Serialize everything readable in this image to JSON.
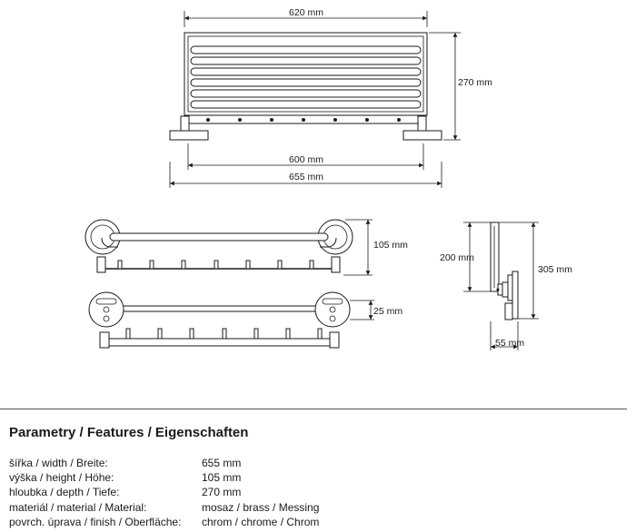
{
  "dimensions": {
    "top_width": "620 mm",
    "top_height": "270 mm",
    "inner_width": "600 mm",
    "overall_width": "655 mm",
    "front_height": "105 mm",
    "front_offset": "25 mm",
    "side_height_inner": "200 mm",
    "side_height_total": "305 mm",
    "side_depth": "55 mm"
  },
  "params": {
    "title": "Parametry / Features / Eigenschaften",
    "rows": [
      {
        "label": "šířka / width / Breite:",
        "value": "655 mm"
      },
      {
        "label": "výška / height / Höhe:",
        "value": "105 mm"
      },
      {
        "label": "hloubka / depth / Tiefe:",
        "value": "270 mm"
      },
      {
        "label": "materiál / material / Material:",
        "value": "mosaz / brass / Messing"
      },
      {
        "label": "povrch. úprava / finish / Oberfläche:",
        "value": "chrom / chrome / Chrom"
      }
    ]
  }
}
